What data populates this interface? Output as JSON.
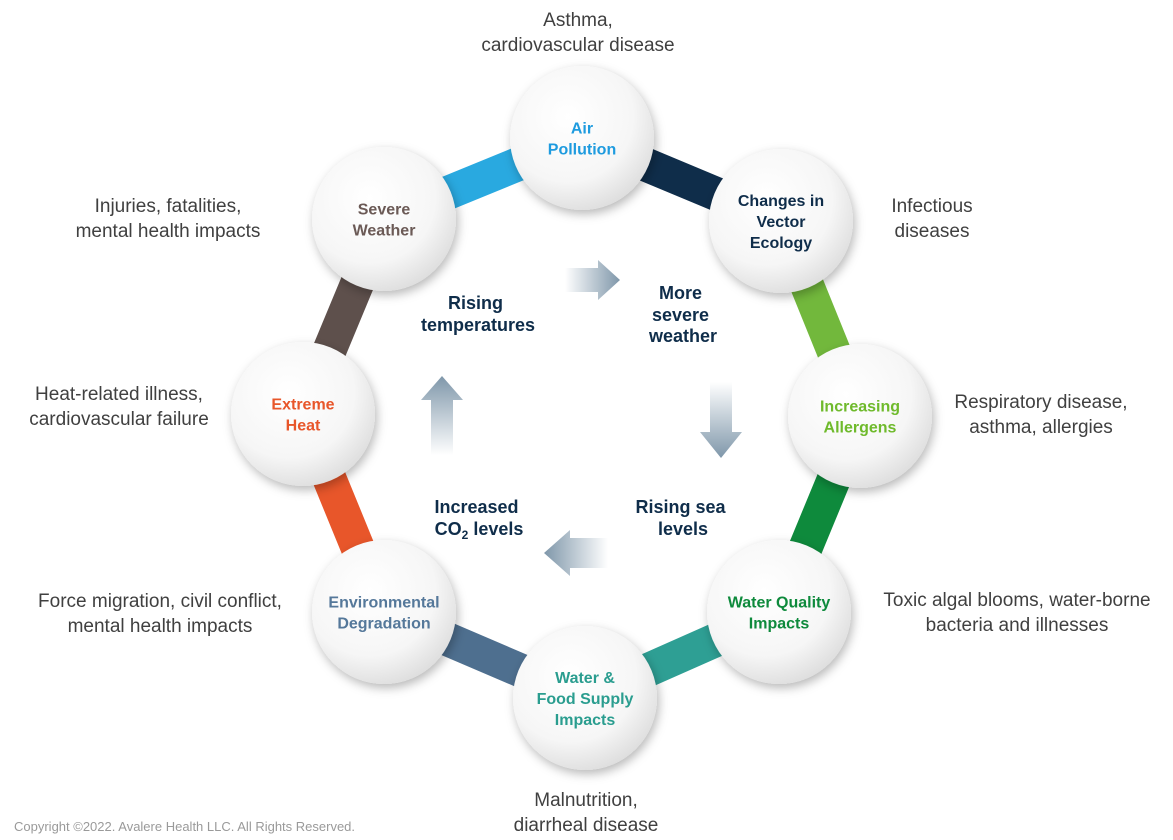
{
  "nodes": [
    {
      "id": "air-pollution",
      "lines": [
        "Air",
        "Pollution"
      ],
      "color": "#1e9bdf",
      "impact": [
        "Asthma,",
        "cardiovascular disease"
      ]
    },
    {
      "id": "vector-ecology",
      "lines": [
        "Changes in",
        "Vector",
        "Ecology"
      ],
      "color": "#0f2d4a",
      "impact": [
        "Infectious",
        "diseases"
      ]
    },
    {
      "id": "increasing-allergens",
      "lines": [
        "Increasing",
        "Allergens"
      ],
      "color": "#6fba2c",
      "impact": [
        "Respiratory disease,",
        "asthma, allergies"
      ]
    },
    {
      "id": "water-quality",
      "lines": [
        "Water Quality",
        "Impacts"
      ],
      "color": "#0e8a3c",
      "impact": [
        "Toxic algal blooms, water-borne",
        "bacteria and illnesses"
      ]
    },
    {
      "id": "water-food-supply",
      "lines": [
        "Water &",
        "Food Supply",
        "Impacts"
      ],
      "color": "#2a9d8f",
      "impact": [
        "Malnutrition,",
        "diarrheal disease"
      ]
    },
    {
      "id": "environmental-degradation",
      "lines": [
        "Environmental",
        "Degradation"
      ],
      "color": "#55789a",
      "impact": [
        "Force migration, civil conflict,",
        "mental health impacts"
      ]
    },
    {
      "id": "extreme-heat",
      "lines": [
        "Extreme",
        "Heat"
      ],
      "color": "#e8562a",
      "impact": [
        "Heat-related illness,",
        "cardiovascular failure"
      ]
    },
    {
      "id": "severe-weather",
      "lines": [
        "Severe",
        "Weather"
      ],
      "color": "#6b5a56",
      "impact": [
        "Injuries, fatalities,",
        "mental health impacts"
      ]
    }
  ],
  "connectors": [
    {
      "from": "severe-weather",
      "to": "air-pollution",
      "color": "#29a9e0"
    },
    {
      "from": "air-pollution",
      "to": "vector-ecology",
      "color": "#0f2d4a"
    },
    {
      "from": "vector-ecology",
      "to": "increasing-allergens",
      "color": "#72b83c"
    },
    {
      "from": "increasing-allergens",
      "to": "water-quality",
      "color": "#0e8a3c"
    },
    {
      "from": "water-quality",
      "to": "water-food-supply",
      "color": "#2e9f94"
    },
    {
      "from": "water-food-supply",
      "to": "environmental-degradation",
      "color": "#4e6f8f"
    },
    {
      "from": "environmental-degradation",
      "to": "extreme-heat",
      "color": "#e8562a"
    },
    {
      "from": "extreme-heat",
      "to": "severe-weather",
      "color": "#5e504c"
    }
  ],
  "center": {
    "rising_temperatures": [
      "Rising",
      "temperatures"
    ],
    "more_severe_weather": [
      "More",
      "severe",
      "weather"
    ],
    "rising_sea_levels": [
      "Rising sea",
      "levels"
    ],
    "increased_co2": {
      "line1": "Increased",
      "line2_prefix": "CO",
      "line2_sub": "2",
      "line2_suffix": " levels"
    }
  },
  "copyright": "Copyright ©2022. Avalere Health LLC. All Rights Reserved."
}
